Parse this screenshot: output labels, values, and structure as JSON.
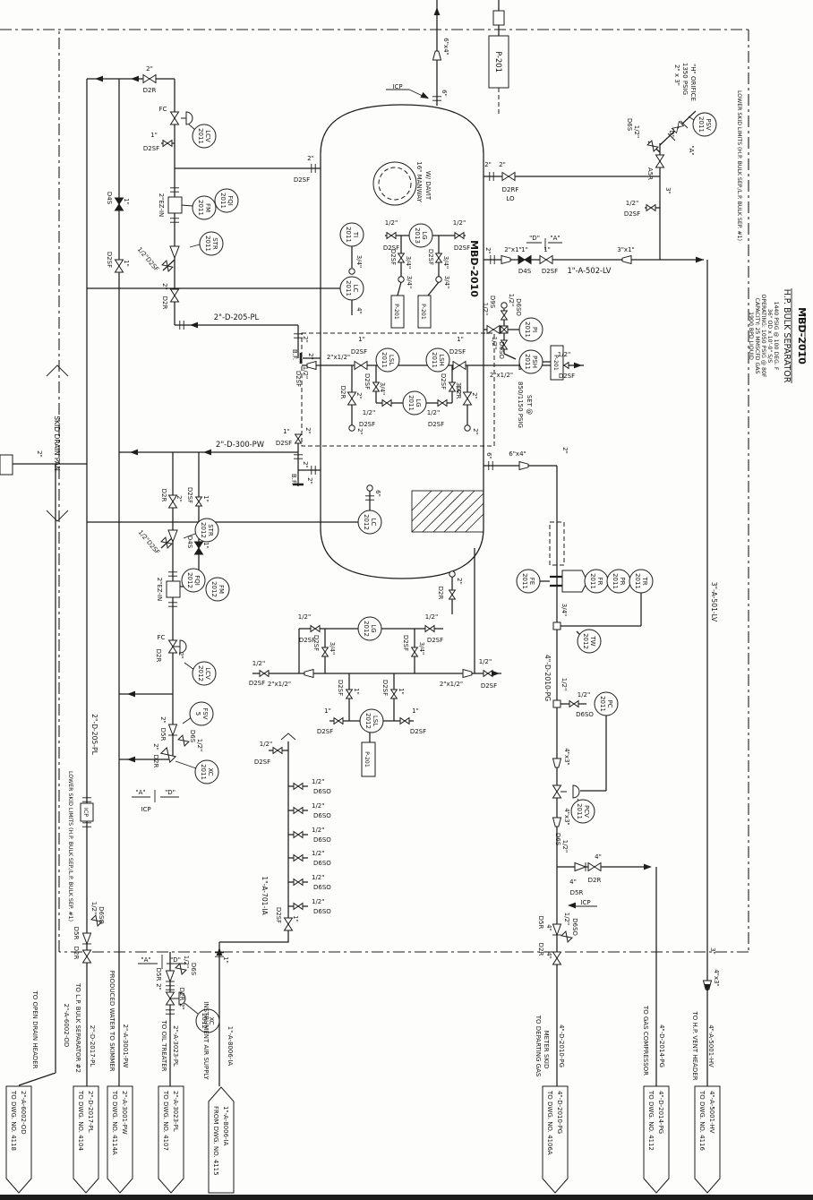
{
  "title_block": {
    "tag": "MBD-2010",
    "name": "H.P. BULK SEPARATOR",
    "design": "1440 PSIG @ 100 DEG. F",
    "dimensions": "36\" OD x 10'-0\" S/S",
    "operating": "OPERATING: 1050 PSIG @ 80F",
    "capacity_gas": "CAPACITY: 25 MMSCFD GAS",
    "capacity_liquid": "1900 BPD LIQUID"
  },
  "skid_note": "LOWER SKID LIMITS (H.P. BULK SEP./L.P. BULK SEP. #1)",
  "skid_drain_pan": "SKID DRAIN PAN",
  "vessel": {
    "tag": "MBD-2010",
    "manway_line1": "16\" MANWAY",
    "manway_line2": "W/ DAVIT"
  },
  "psv": {
    "size": "2\" x 3\"",
    "set": "1350 PSIG",
    "orifice": "\"H\" ORIFICE"
  },
  "set_point": {
    "label": "SET @",
    "value": "850/1150 PSIG"
  },
  "p201": "P-201",
  "k": {
    "d2sf": "D2SF",
    "d2r": "D2R",
    "d2rf": "D2RF",
    "d4s": "D4S",
    "d5r": "D5R",
    "d6s": "D6S",
    "d6so": "D6SO",
    "d9s": "D9S",
    "a5r": "A5R",
    "lo": "LO",
    "fc": "FC",
    "bf": "B.F.",
    "ez": "2\"EZ-IN",
    "icp": "ICP",
    "qa": "\"A\"",
    "qd": "\"D\"",
    "hd2sf": "1/2\"D2SF",
    "s1": "1\"",
    "s2": "2\"",
    "s3": "3\"",
    "s4": "4\"",
    "s6": "6\"",
    "h": "1/2\"",
    "tq": "3/4\"",
    "r64": "6\"x4\"",
    "r212": "2\"x1/2\"",
    "r21": "2\"x1\"",
    "r31": "3\"x1\"",
    "r43": "4\"x3\""
  },
  "lines": {
    "d205": "2\"-D-205-PL",
    "d300": "2\"-D-300-PW",
    "a502": "1\"-A-502-LV",
    "a501": "3\"-A-501-LV",
    "d2010": "4\"-D-2010-PG",
    "a701": "1\"-A-701-IA"
  },
  "inst": [
    {
      "t": "LCV",
      "n": "2011"
    },
    {
      "t": "FQI",
      "n": "2011"
    },
    {
      "t": "FM",
      "n": "2011"
    },
    {
      "t": "STR",
      "n": "2011"
    },
    {
      "t": "TI",
      "n": "2011"
    },
    {
      "t": "LG",
      "n": "2013"
    },
    {
      "t": "LC",
      "n": "2011"
    },
    {
      "t": "LSL",
      "n": "2011"
    },
    {
      "t": "LSH",
      "n": "2011"
    },
    {
      "t": "LG",
      "n": "2011"
    },
    {
      "t": "PI",
      "n": "2011"
    },
    {
      "t": "PSH",
      "n": "2011"
    },
    {
      "t": "PSV",
      "n": "2011"
    },
    {
      "t": "LC",
      "n": "2012"
    },
    {
      "t": "STR",
      "n": "2012"
    },
    {
      "t": "FQI",
      "n": "2012"
    },
    {
      "t": "FM",
      "n": "2012"
    },
    {
      "t": "LCV",
      "n": "2012"
    },
    {
      "t": "FSV",
      "n": "5"
    },
    {
      "t": "XC",
      "n": "2011"
    },
    {
      "t": "LG",
      "n": "2012"
    },
    {
      "t": "LSL",
      "n": "2012"
    },
    {
      "t": "FE",
      "n": "2011"
    },
    {
      "t": "FR",
      "n": "2011"
    },
    {
      "t": "PR",
      "n": "2011"
    },
    {
      "t": "TR",
      "n": "2011"
    },
    {
      "t": "TW",
      "n": "2012"
    },
    {
      "t": "PC",
      "n": "2011"
    },
    {
      "t": "PCV",
      "n": "2011"
    },
    {
      "t": "XC",
      "n": "2012"
    }
  ],
  "flags": [
    {
      "service": "TO OPEN DRAIN HEADER",
      "line": "2\"-A-6002-OD",
      "dwg": "TO DWG. NO. 4118"
    },
    {
      "service": "TO L.P. BULK SEPARATOR #2",
      "line": "2\"-D-2017-PL",
      "dwg": "TO DWG. NO. 4104"
    },
    {
      "service": "PRODUCED WATER TO SKIMMER",
      "line": "2\"-A-3001-PW",
      "dwg": "TO DWG. NO. 4114A"
    },
    {
      "service": "TO OIL TREATER",
      "line": "2\"-A-3023-PL",
      "dwg": "TO DWG. NO. 4107"
    },
    {
      "service": "INSTRUMENT AIR SUPPLY",
      "line": "1\"-A-8006-IA",
      "dwg": "FROM DWG. NO. 4115"
    },
    {
      "service": "TO DEPARTING GAS",
      "service2": "METER SKID",
      "line": "4\"-D-2010-PG",
      "dwg": "TO DWG. NO. 4106A"
    },
    {
      "service": "TO GAS COMPRESSOR",
      "line": "4\"-D-2014-PG",
      "dwg": "TO DWG. NO. 4112"
    },
    {
      "service": "TO H.P. VENT HEADER",
      "line": "4\"-A-5001-HV",
      "dwg": "TO DWG. NO. 4116"
    }
  ]
}
